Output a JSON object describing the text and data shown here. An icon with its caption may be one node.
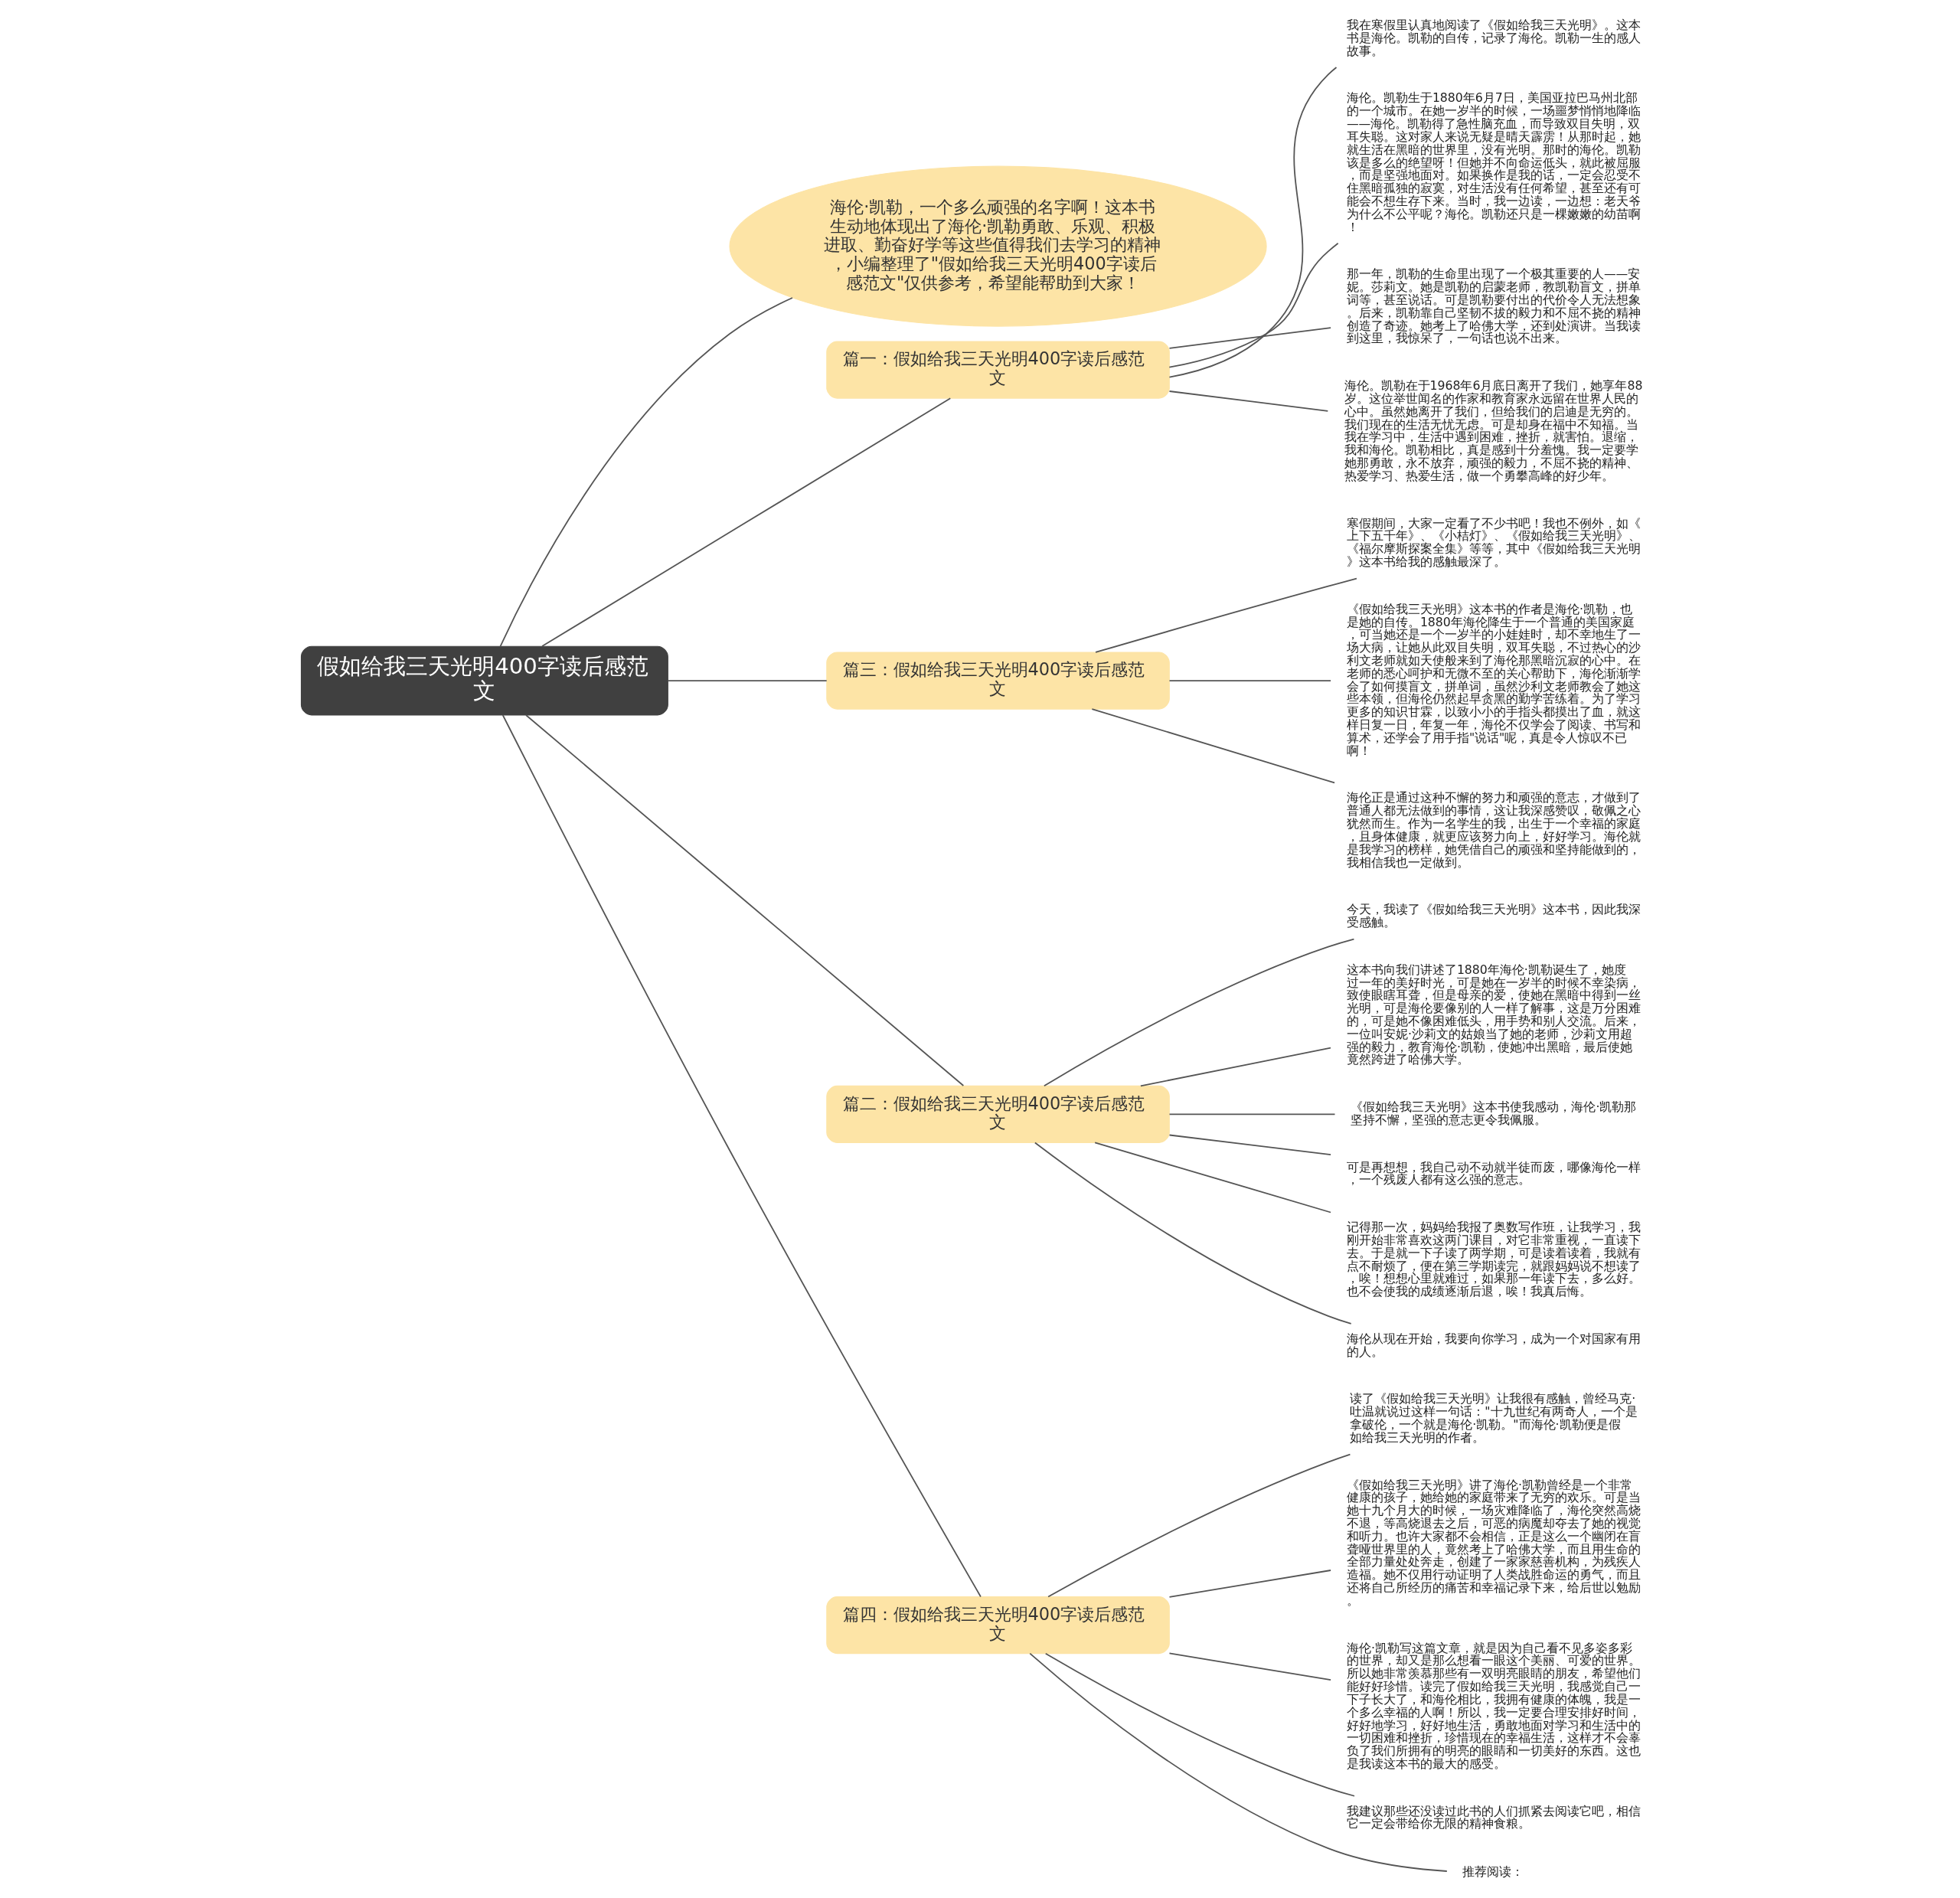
{
  "diagram": {
    "nodes": [
      {
        "text": [
          "假如给我三天光明400字读后感范文"
        ]
      },
      {
        "text": [
          "海伦·凯勒，一个多么顽强的名字啊！这本书生动地体现出了海伦·凯勒勇敢、乐观、积极进取、勤奋好学等这些值得我们去学习的精神，小编整理了\"假如给我三天光明400字读后感范文\"仅供参考，希望能帮助到大家！"
        ]
      },
      {
        "text": [
          "篇一：假如给我三天光明400字读后感范文"
        ]
      },
      {
        "text": [
          "我在寒假里认真地阅读了《假如给我三天光明》。这本书是海伦。凯勒的自传，记录了海伦。凯勒一生的感人故事。"
        ]
      },
      {
        "text": [
          "海伦。凯勒生于1880年6月7日，美国亚拉巴马州北部的一个城市。在她一岁半的时候，一场噩梦悄悄地降临——海伦。凯勒得了急性脑充血，而导致双目失明，双耳失聪。这对家人来说无疑是晴天霹雳！从那时起，她就生活在黑暗的世界里，没有光明。那时的海伦。凯勒该是多么的绝望呀！但她并不向命运低头，就此被屈服，而是坚强地面对。如果换作是我的话，一定会忍受不住黑暗孤独的寂寞，对生活没有任何希望，甚至还有可能会不想生存下来。当时，我一边读，一边想：老天爷为什么不公平呢？海伦。凯勒还只是一棵嫩嫩的幼苗啊！"
        ]
      },
      {
        "text": [
          "那一年，凯勒的生命里出现了一个极其重要的人——安妮。莎莉文。她是凯勒的启蒙老师，教凯勒盲文，拼单词等，甚至说话。可是凯勒要付出的代价令人无法想象。后来，凯勒靠自己坚韧不拔的毅力和不屈不挠的精神创造了奇迹。她考上了哈佛大学，还到处演讲。当我读到这里，我惊呆了，一句话也说不出来。"
        ]
      },
      {
        "text": [
          "海伦。凯勒在于1968年6月底日离开了我们，她享年88岁。这位举世闻名的作家和教育家永远留在世界人民的心中。虽然她离开了我们，但给我们的启迪是无穷的。我们现在的生活无忧无虑。可是却身在福中不知福。当我在学习中，生活中遇到困难，挫折，就害怕。退缩，我和海伦。凯勒相比，真是感到十分羞愧。我一定要学她那勇敢，永不放弃，顽强的毅力，不屈不挠的精神、热爱学习、热爱生活，做一个勇攀高峰的好少年。"
        ]
      },
      {
        "text": [
          "篇三：假如给我三天光明400字读后感范文"
        ]
      },
      {
        "text": [
          "寒假期间，大家一定看了不少书吧！我也不例外，如《上下五千年》、《小桔灯》、《假如给我三天光明》、《福尔摩斯探案全集》等等，其中《假如给我三天光明》这本书给我的感触最深了。"
        ]
      },
      {
        "text": [
          "《假如给我三天光明》这本书的作者是海伦·凯勒，也是她的自传。1880年海伦降生于一个普通的美国家庭，可当她还是一个一岁半的小娃娃时，却不幸地生了一场大病，让她从此双目失明，双耳失聪，不过热心的沙利文老师就如天使般来到了海伦那黑暗沉寂的心中。在老师的悉心呵护和无微不至的关心帮助下，海伦渐渐学会了如何摸盲文，拼单词，虽然沙利文老师教会了她这些本领，但海伦仍然起早贪黑的勤学苦练着。为了学习更多的知识甘霖，以致小小的手指头都摸出了血，就这样日复一日，年复一年，海伦不仅学会了阅读、书写和算术，还学会了用手指\"说话\"呢，真是令人惊叹不已啊！"
        ]
      },
      {
        "text": [
          "海伦正是通过这种不懈的努力和顽强的意志，才做到了普通人都无法做到的事情，这让我深感赞叹，敬佩之心犹然而生。作为一名学生的我，出生于一个幸福的家庭，且身体健康，就更应该努力向上，好好学习。海伦就是我学习的榜样，她凭借自己的顽强和坚持能做到的，我相信我也一定做到。"
        ]
      },
      {
        "text": [
          "篇二：假如给我三天光明400字读后感范文"
        ]
      },
      {
        "text": [
          "今天，我读了《假如给我三天光明》这本书，因此我深受感触。"
        ]
      },
      {
        "text": [
          "这本书向我们讲述了1880年海伦·凯勒诞生了，她度过一年的美好时光，可是她在一岁半的时候不幸染病，致使眼瞎耳聋，但是母亲的爱，使她在黑暗中得到一丝光明，可是海伦要像别的人一样了解事，这是万分困难的，可是她不像困难低头，用手势和别人交流。后来，一位叫安妮·沙莉文的姑娘当了她的老师，沙莉文用超强的毅力，教育海伦·凯勒，使她冲出黑暗，最后使她竟然跨进了哈佛大学。"
        ]
      },
      {
        "text": [
          "《假如给我三天光明》这本书使我感动，海伦·凯勒那坚持不懈，坚强的意志更令我佩服。"
        ]
      },
      {
        "text": [
          "可是再想想，我自己动不动就半徒而废，哪像海伦一样，一个残废人都有这么强的意志。"
        ]
      },
      {
        "text": [
          "记得那一次，妈妈给我报了奥数写作班，让我学习，我刚开始非常喜欢这两门课目，对它非常重视，一直读下去。于是就一下子读了两学期，可是读着读着，我就有点不耐烦了，便在第三学期读完，就跟妈妈说不想读了，唉！想想心里就难过，如果那一年读下去，多么好。也不会使我的成绩逐渐后退，唉！我真后悔。"
        ]
      },
      {
        "text": [
          "海伦从现在开始，我要向你学习，成为一个对国家有用的人。"
        ]
      },
      {
        "text": [
          "篇四：假如给我三天光明400字读后感范文"
        ]
      },
      {
        "text": [
          "读了《假如给我三天光明》让我很有感触，曾经马克·吐温就说过这样一句话：\"十九世纪有两奇人，一个是拿破伦，一个就是海伦·凯勒。\"而海伦·凯勒便是假如给我三天光明的作者。"
        ]
      },
      {
        "text": [
          "《假如给我三天光明》讲了海伦·凯勒曾经是一个非常健康的孩子，她给她的家庭带来了无穷的欢乐。可是当她十九个月大的时候，一场灾难降临了，海伦突然高烧不退，等高烧退去之后，可恶的病魔却夺去了她的视觉和听力。也许大家都不会相信，正是这么一个幽闭在盲聋哑世界里的人，竟然考上了哈佛大学，而且用生命的全部力量处处奔走，创建了一家家慈善机构，为残疾人造福。她不仅用行动证明了人类战胜命运的勇气，而且还将自己所经历的痛苦和幸福记录下来，给后世以勉励。"
        ]
      },
      {
        "text": [
          "海伦·凯勒写这篇文章，就是因为自己看不见多姿多彩的世界，却又是那么想看一眼这个美丽、可爱的世界。所以她非常羡慕那些有一双明亮眼睛的朋友，希望他们能好好珍惜。读完了假如给我三天光明，我感觉自己一下子长大了，和海伦相比，我拥有健康的体魄，我是一个多么幸福的人啊！所以，我一定要合理安排好时间，好好地学习，好好地生活，勇敢地面对学习和生活中的一切困难和挫折，珍惜现在的幸福生活，这样才不会辜负了我们所拥有的明亮的眼睛和一切美好的东西。这也是我读这本书的最大的感受。"
        ]
      },
      {
        "text": [
          "我建议那些还没读过此书的人们抓紧去阅读它吧，相信它一定会带给你无限的精神食粮。"
        ]
      },
      {
        "text": [
          "推荐阅读："
        ]
      }
    ],
    "edges": [
      {
        "from": 0,
        "to": 1,
        "arrow": "none"
      },
      {
        "from": 0,
        "to": 2,
        "arrow": "none"
      },
      {
        "from": 2,
        "to": 3,
        "arrow": "none"
      },
      {
        "from": 2,
        "to": 4,
        "arrow": "none"
      },
      {
        "from": 2,
        "to": 5,
        "arrow": "none"
      },
      {
        "from": 2,
        "to": 6,
        "arrow": "none"
      },
      {
        "from": 0,
        "to": 11,
        "arrow": "none"
      },
      {
        "from": 11,
        "to": 12,
        "arrow": "none"
      },
      {
        "from": 11,
        "to": 13,
        "arrow": "none"
      },
      {
        "from": 11,
        "to": 14,
        "arrow": "none"
      },
      {
        "from": 11,
        "to": 15,
        "arrow": "none"
      },
      {
        "from": 11,
        "to": 16,
        "arrow": "none"
      },
      {
        "from": 11,
        "to": 17,
        "arrow": "none"
      },
      {
        "from": 0,
        "to": 7,
        "arrow": "none"
      },
      {
        "from": 7,
        "to": 8,
        "arrow": "none"
      },
      {
        "from": 7,
        "to": 9,
        "arrow": "none"
      },
      {
        "from": 7,
        "to": 10,
        "arrow": "none"
      },
      {
        "from": 0,
        "to": 18,
        "arrow": "none"
      },
      {
        "from": 18,
        "to": 19,
        "arrow": "none"
      },
      {
        "from": 18,
        "to": 20,
        "arrow": "none"
      },
      {
        "from": 18,
        "to": 21,
        "arrow": "none"
      },
      {
        "from": 18,
        "to": 22,
        "arrow": "none"
      },
      {
        "from": 18,
        "to": 23,
        "arrow": "none"
      }
    ]
  }
}
